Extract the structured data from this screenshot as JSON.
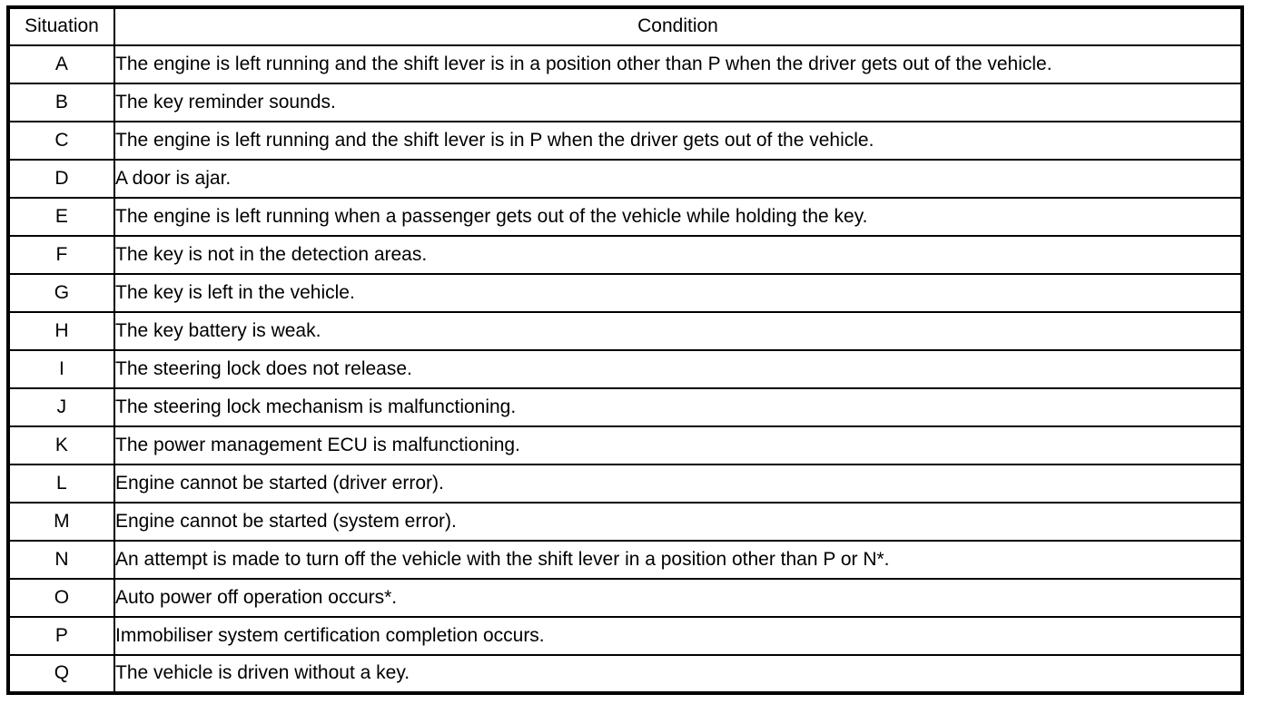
{
  "document": {
    "type": "reference-table",
    "title": "Situation / Condition list",
    "background_color": "#ffffff",
    "text_color": "#000000",
    "border_color": "#000000"
  },
  "table": {
    "headers": {
      "situation": "Situation",
      "condition": "Condition"
    },
    "rows": [
      {
        "situation": "A",
        "condition": "The engine is left running and the shift lever is in a position other than P when the driver gets out of the vehicle."
      },
      {
        "situation": "B",
        "condition": "The key reminder sounds."
      },
      {
        "situation": "C",
        "condition": "The engine is left running and the shift lever is in P when the driver gets out of the vehicle."
      },
      {
        "situation": "D",
        "condition": "A door is ajar."
      },
      {
        "situation": "E",
        "condition": "The engine is left running when a passenger gets out of the vehicle while holding the key."
      },
      {
        "situation": "F",
        "condition": "The key is not in the detection areas."
      },
      {
        "situation": "G",
        "condition": "The key is left in the vehicle."
      },
      {
        "situation": "H",
        "condition": "The key battery is weak."
      },
      {
        "situation": "I",
        "condition": "The steering lock does not release."
      },
      {
        "situation": "J",
        "condition": "The steering lock mechanism is malfunctioning."
      },
      {
        "situation": "K",
        "condition": "The power management ECU is malfunctioning."
      },
      {
        "situation": "L",
        "condition": "Engine cannot be started (driver error)."
      },
      {
        "situation": "M",
        "condition": "Engine cannot be started (system error)."
      },
      {
        "situation": "N",
        "condition": "An attempt is made to turn off the vehicle with the shift lever in a position other than P or N*."
      },
      {
        "situation": "O",
        "condition": "Auto power off operation occurs*."
      },
      {
        "situation": "P",
        "condition": "Immobiliser system certification completion occurs."
      },
      {
        "situation": "Q",
        "condition": "The vehicle is driven without a key."
      }
    ]
  }
}
